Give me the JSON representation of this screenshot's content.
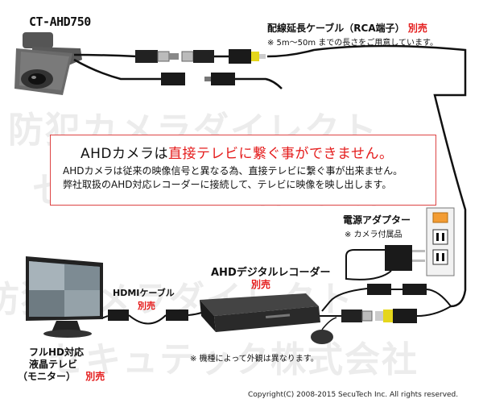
{
  "watermark": {
    "line1": "防犯カメラダイレクト",
    "line2": "セキュテック株式会社"
  },
  "camera": {
    "model": "CT-AHD750"
  },
  "cable": {
    "title": "配線延長ケーブル（RCA端子）",
    "sold_separately": "別売",
    "note": "※ 5m～50m までの長さをご用意しています。"
  },
  "headline": {
    "prefix": "AHDカメラは",
    "highlight": "直接テレビに繋ぐ事ができません。",
    "line1": "AHDカメラは従来の映像信号と異なる為、直接テレビに繋ぐ事が出来ません。",
    "line2": "弊社取扱のAHD対応レコーダーに接続して、テレビに映像を映し出します。"
  },
  "adapter": {
    "title": "電源アダプター",
    "note": "※ カメラ付属品"
  },
  "recorder": {
    "title": "AHDデジタルレコーダー",
    "sold_separately": "別売"
  },
  "hdmi": {
    "title": "HDMIケーブル",
    "sold_separately": "別売"
  },
  "tv": {
    "line1": "フルHD対応",
    "line2": "液晶テレビ",
    "line3": "（モニター）",
    "sold_separately": "別売"
  },
  "model_note": "※ 機種によって外観は異なります。",
  "copyright": "Copyright(C) 2008-2015 SecuTech Inc. All rights reserved."
}
